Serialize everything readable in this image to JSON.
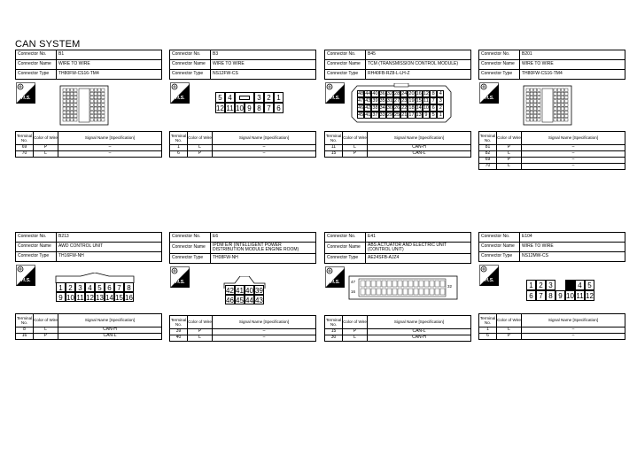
{
  "page": {
    "title": "CAN SYSTEM"
  },
  "labels": {
    "connector_no": "Connector No.",
    "connector_name": "Connector Name",
    "connector_type": "Connector Type",
    "terminal_no": "Terminal No.",
    "color_of_wire": "Color of Wire",
    "signal_name": "Signal Name [Specification]",
    "hs": "H.S."
  },
  "connectors": [
    {
      "no": "B1",
      "name": "WIRE TO WIRE",
      "type": "TH80FW-CS16-TM4",
      "rows": [
        [
          "69",
          "P",
          "–"
        ],
        [
          "70",
          "L",
          "–"
        ]
      ]
    },
    {
      "no": "B3",
      "name": "WIRE TO WIRE",
      "type": "NS12FW-CS",
      "pins_top": [
        "5",
        "4",
        "",
        "3",
        "2",
        "1"
      ],
      "pins_bottom": [
        "12",
        "11",
        "10",
        "9",
        "8",
        "7",
        "6"
      ],
      "rows": [
        [
          "1",
          "L",
          "–"
        ],
        [
          "6",
          "P",
          "–"
        ]
      ]
    },
    {
      "no": "B45",
      "name": "TCM (TRANSMISSION CONTROL MODULE)",
      "type": "RH40FB-RZ8-L-LH-Z",
      "pin_rows": [
        [
          "48",
          "44",
          "40",
          "36",
          "32",
          "28",
          "24",
          "20",
          "16",
          "12",
          "8",
          "4"
        ],
        [
          "47",
          "43",
          "39",
          "35",
          "31",
          "27",
          "23",
          "19",
          "15",
          "11",
          "7",
          "3"
        ],
        [
          "46",
          "42",
          "38",
          "34",
          "30",
          "26",
          "22",
          "18",
          "14",
          "10",
          "6",
          "2"
        ],
        [
          "45",
          "41",
          "37",
          "33",
          "29",
          "25",
          "21",
          "17",
          "13",
          "9",
          "5",
          "1"
        ]
      ],
      "rows": [
        [
          "11",
          "L",
          "CAN-H"
        ],
        [
          "15",
          "P",
          "CAN-L"
        ]
      ]
    },
    {
      "no": "B201",
      "name": "WIRE TO WIRE",
      "type": "TH80FW-CS16-TM4",
      "rows": [
        [
          "81",
          "P",
          "–"
        ],
        [
          "82",
          "L",
          "–"
        ],
        [
          "69",
          "P",
          "–"
        ],
        [
          "70",
          "L",
          "–"
        ]
      ]
    },
    {
      "no": "B213",
      "name": "AWD CONTROL UNIT",
      "type": "TH16FW-NH",
      "pins_top": [
        "1",
        "2",
        "3",
        "4",
        "5",
        "6",
        "7",
        "8"
      ],
      "pins_bottom": [
        "9",
        "10",
        "11",
        "12",
        "13",
        "14",
        "15",
        "16"
      ],
      "rows": [
        [
          "8",
          "L",
          "CAN-H"
        ],
        [
          "16",
          "P",
          "CAN-L"
        ]
      ]
    },
    {
      "no": "E6",
      "name": "IPDM E/R (INTELLIGENT POWER DISTRIBUTION MODULE ENGINE ROOM)",
      "type": "TH08FW-NH",
      "pins_top": [
        "42",
        "41",
        "40",
        "39"
      ],
      "pins_bottom": [
        "46",
        "45",
        "44",
        "43"
      ],
      "rows": [
        [
          "39",
          "P",
          "–"
        ],
        [
          "40",
          "L",
          "–"
        ]
      ]
    },
    {
      "no": "E41",
      "name": "ABS ACTUATOR AND ELECTRIC UNIT (CONTROL UNIT)",
      "type": "AE24SFB-AJZ4",
      "pin_left_top": "47",
      "pin_left_bottom": "16",
      "pin_right": "32",
      "rows": [
        [
          "15",
          "P",
          "CAN-L"
        ],
        [
          "30",
          "L",
          "CAN-H"
        ]
      ]
    },
    {
      "no": "E104",
      "name": "WIRE TO WIRE",
      "type": "NS12MW-CS",
      "pins_top": [
        "1",
        "2",
        "3",
        "",
        "4",
        "5"
      ],
      "pins_bottom": [
        "6",
        "7",
        "8",
        "9",
        "10",
        "11",
        "12"
      ],
      "rows": [
        [
          "1",
          "L",
          "–"
        ],
        [
          "6",
          "P",
          "–"
        ]
      ]
    }
  ]
}
